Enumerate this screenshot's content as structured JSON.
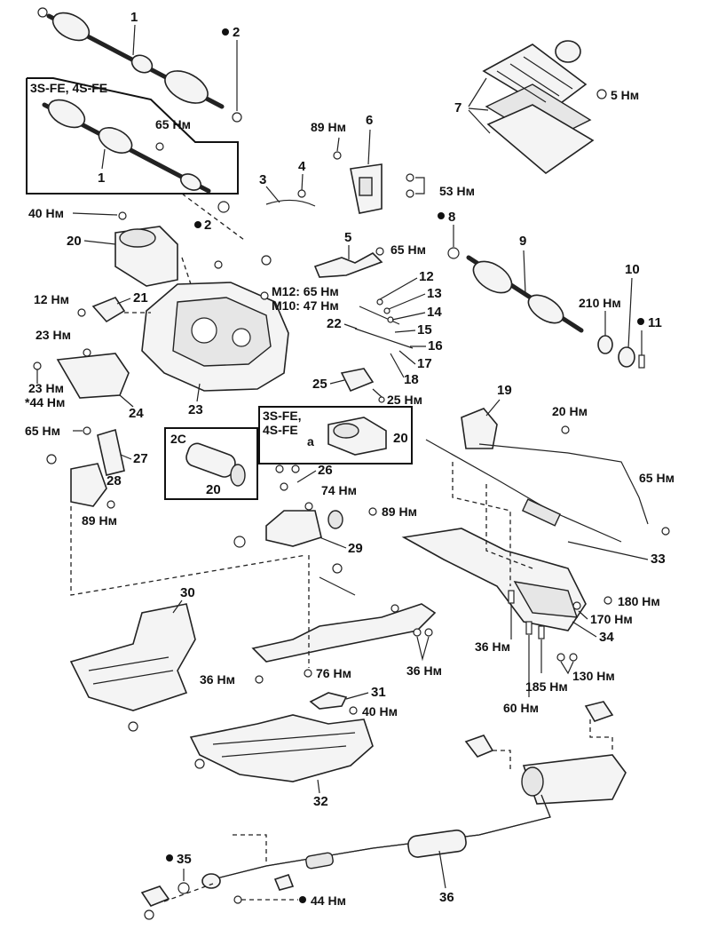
{
  "diagram": {
    "part_numbers": {
      "p1_top": "1",
      "p1_box": "1",
      "p2_top": "2",
      "p2_box": "2",
      "p3": "3",
      "p4": "4",
      "p5": "5",
      "p6": "6",
      "p7": "7",
      "p8": "8",
      "p9": "9",
      "p10": "10",
      "p11": "11",
      "p12": "12",
      "p13": "13",
      "p14": "14",
      "p15": "15",
      "p16": "16",
      "p17": "17",
      "p18": "18",
      "p19": "19",
      "p20_left": "20",
      "p20_box3s": "20",
      "p20_box2c": "20",
      "p21": "21",
      "p22": "22",
      "p23_small": "23 Нм",
      "p23": "23",
      "p24": "24",
      "p25": "25",
      "p26": "26",
      "p27": "27",
      "p28": "28",
      "p29": "29",
      "p30": "30",
      "p31": "31",
      "p32": "32",
      "p33": "33",
      "p34": "34",
      "p35": "35",
      "p36": "36"
    },
    "torques": {
      "t65_box": "65 Нм",
      "t40_top": "40 Нм",
      "t89_top": "89 Нм",
      "t53": "53 Нм",
      "t5": "5 Нм",
      "t65_bracket": "65 Нм",
      "t12": "12 Нм",
      "tM12": "M12: 65 Нм",
      "tM10": "M10: 47 Нм",
      "t210": "210 Нм",
      "t23a": "23 Нм",
      "t23b": "23 Нм",
      "t44star": "*44 Нм",
      "t25": "25 Нм",
      "t65_left": "65 Нм",
      "t20": "20 Нм",
      "t65_right": "65 Нм",
      "t74": "74 Нм",
      "t89_mid": "89 Нм",
      "t89_left": "89 Нм",
      "t180": "180 Нм",
      "t170": "170 Нм",
      "t36_mid": "36 Нм",
      "t36_left": "36 Нм",
      "t76": "76 Нм",
      "t130": "130 Нм",
      "t185": "185 Нм",
      "t40_low": "40 Нм",
      "t60": "60 Нм",
      "t44_bottom": "44 Нм",
      "t36_right": "36 Нм"
    },
    "variant_labels": {
      "box_3s_top_line": "3S-FE, 4S-FE",
      "box_3s_mid_line1": "3S-FE,",
      "box_3s_mid_line2": "4S-FE",
      "box_2c": "2C",
      "mark_a": "a"
    }
  }
}
